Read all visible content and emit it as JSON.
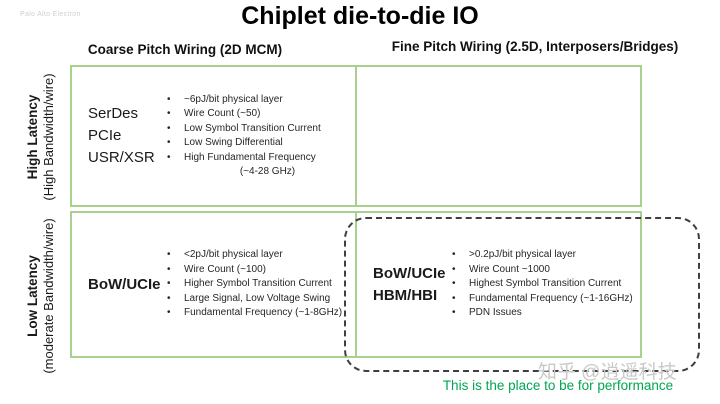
{
  "slide": {
    "title": "Chiplet die-to-die IO",
    "brand_watermark": "Palo Alto Electron",
    "zhihu_watermark": "知乎 @逍遥科技",
    "caption": "This is the place to be for performance"
  },
  "columns": [
    {
      "label": "Coarse Pitch Wiring (2D MCM)"
    },
    {
      "label": "Fine Pitch Wiring (2.5D, Interposers/Bridges)"
    }
  ],
  "rows": [
    {
      "label": "High Latency",
      "sublabel": "(High Bandwidth/wire)"
    },
    {
      "label": "Low Latency",
      "sublabel": "(moderate Bandwidth/wire)"
    }
  ],
  "cells": {
    "top_left": {
      "labels": [
        "SerDes",
        "PCIe",
        "USR/XSR"
      ],
      "bullets": [
        "~6pJ/bit physical layer",
        "Wire Count (~50)",
        "Low Symbol Transition Current",
        "Low Swing Differential",
        "High Fundamental Frequency"
      ],
      "continuation": "(~4-28 GHz)"
    },
    "top_right": {
      "labels": [],
      "bullets": []
    },
    "bottom_left": {
      "labels": [
        "BoW/UCIe"
      ],
      "bullets": [
        "<2pJ/bit physical layer",
        "Wire Count (~100)",
        "Higher Symbol Transition Current",
        "Large Signal, Low Voltage Swing",
        "Fundamental Frequency (~1-8GHz)"
      ]
    },
    "bottom_right": {
      "labels": [
        "BoW/UCIe",
        "HBM/HBI"
      ],
      "bullets": [
        ">0.2pJ/bit physical layer",
        "Wire Count ~1000",
        "Highest Symbol Transition Current",
        "Fundamental Frequency (~1-16GHz)",
        "PDN Issues"
      ]
    }
  },
  "colors": {
    "grid_border": "#a9d18e",
    "caption_green": "#00a651",
    "dashed_border": "#3f3f3f",
    "watermark_gray": "#c9c9c9"
  }
}
